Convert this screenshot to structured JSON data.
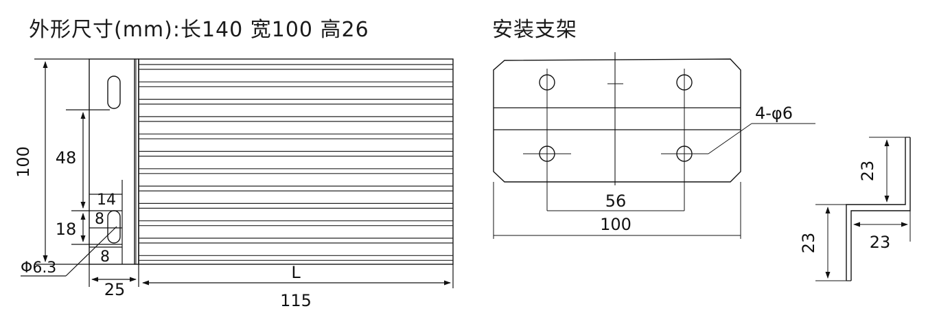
{
  "titles": {
    "dimensions": "外形尺寸(mm):长140 宽100 高26",
    "bracket": "安装支架"
  },
  "resistor": {
    "height": "100",
    "slot_offset": "48",
    "slot_top_gap": "14",
    "slot_span": "18",
    "slot_upper": "8",
    "slot_lower": "8",
    "hole_diameter": "Φ6.3",
    "end_width": "25",
    "length_symbol": "L",
    "length": "115"
  },
  "bracket": {
    "hole_spec": "4-φ6",
    "hole_spacing": "56",
    "width": "100",
    "side_height": "23",
    "side_flange_height": "23",
    "side_flange_width": "23"
  },
  "colors": {
    "line": "#111111",
    "fin": "#222222"
  }
}
